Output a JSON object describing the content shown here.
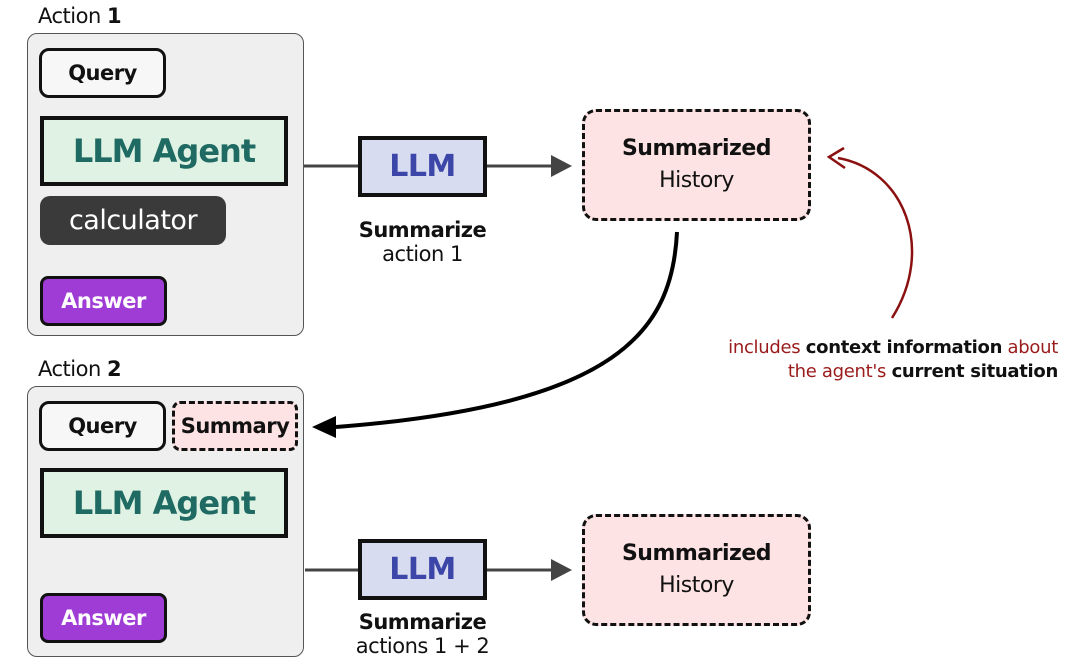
{
  "action1": {
    "label_prefix": "Action",
    "label_number": "1",
    "query": "Query",
    "agent": "LLM Agent",
    "tool": "calculator",
    "answer": "Answer"
  },
  "action2": {
    "label_prefix": "Action",
    "label_number": "2",
    "query": "Query",
    "summary": "Summary",
    "agent": "LLM Agent",
    "answer": "Answer"
  },
  "summarizer1": {
    "llm": "LLM",
    "caption_bold": "Summarize",
    "caption": "action 1",
    "history_title": "Summarized",
    "history_sub": "History"
  },
  "summarizer2": {
    "llm": "LLM",
    "caption_bold": "Summarize",
    "caption": "actions 1 + 2",
    "history_title": "Summarized",
    "history_sub": "History"
  },
  "note": {
    "part1": "includes ",
    "part2": "context information",
    "part3": " about",
    "part4": "the agent's ",
    "part5": "current situation"
  },
  "colors": {
    "agent_fill": "#dff2e3",
    "agent_text": "#1f6b63",
    "llm_fill": "#d8dcf0",
    "llm_text": "#3b46a8",
    "history_fill": "#fde3e3",
    "answer_fill": "#9f3cd6",
    "tool_fill": "#3a3a3a",
    "note_color": "#9a1b1b"
  }
}
